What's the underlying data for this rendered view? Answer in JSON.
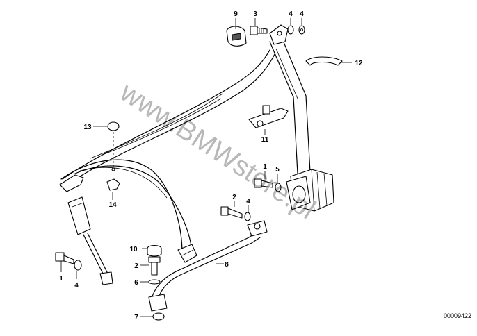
{
  "diagram": {
    "callouts": [
      {
        "id": "c9",
        "label": "9"
      },
      {
        "id": "c3a",
        "label": "3"
      },
      {
        "id": "c4a",
        "label": "4"
      },
      {
        "id": "c4b",
        "label": "4"
      },
      {
        "id": "c12",
        "label": "12"
      },
      {
        "id": "c13",
        "label": "13"
      },
      {
        "id": "c11",
        "label": "11"
      },
      {
        "id": "c1a",
        "label": "1"
      },
      {
        "id": "c5",
        "label": "5"
      },
      {
        "id": "c14",
        "label": "14"
      },
      {
        "id": "c2a",
        "label": "2"
      },
      {
        "id": "c4c",
        "label": "4"
      },
      {
        "id": "c10",
        "label": "10"
      },
      {
        "id": "c8",
        "label": "8"
      },
      {
        "id": "c2b",
        "label": "2"
      },
      {
        "id": "c6",
        "label": "6"
      },
      {
        "id": "c1b",
        "label": "1"
      },
      {
        "id": "c4d",
        "label": "4"
      },
      {
        "id": "c7",
        "label": "7"
      }
    ],
    "watermark": "www.BMWstore.pl",
    "image_code": "00009422"
  }
}
